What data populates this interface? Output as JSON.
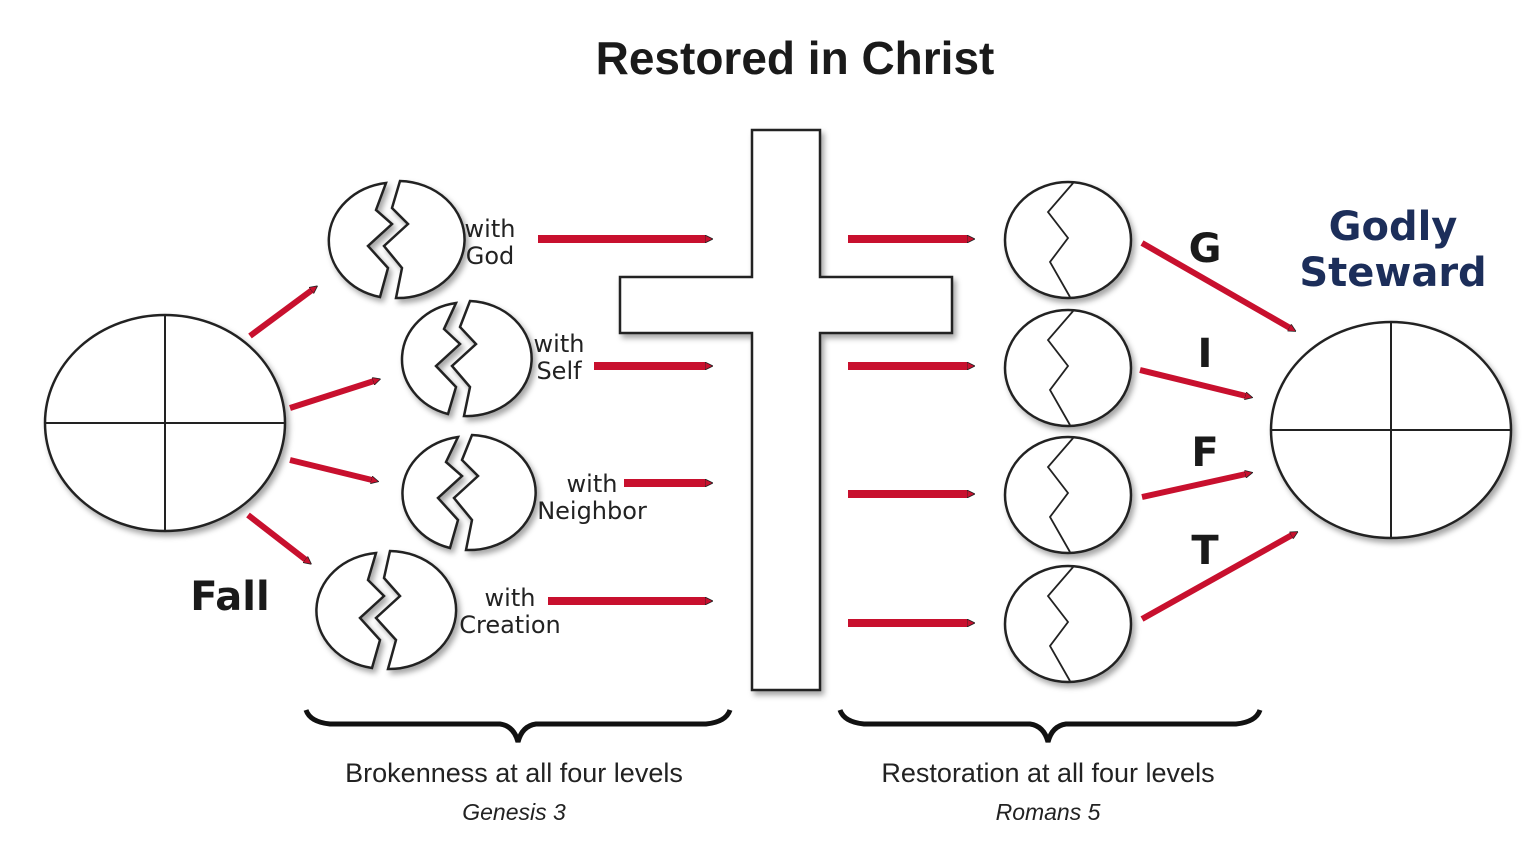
{
  "title": "Restored in Christ",
  "fall_label": "Fall",
  "broken_relationships": [
    {
      "line1": "with",
      "line2": "God"
    },
    {
      "line1": "with",
      "line2": "Self"
    },
    {
      "line1": "with",
      "line2": "Neighbor"
    },
    {
      "line1": "with",
      "line2": "Creation"
    }
  ],
  "gift_letters": [
    "G",
    "I",
    "F",
    "T"
  ],
  "godly_steward": {
    "line1": "Godly",
    "line2": "Steward"
  },
  "left_caption": {
    "text": "Brokenness at all four levels",
    "reference": "Genesis 3"
  },
  "right_caption": {
    "text": "Restoration at all four levels",
    "reference": "Romans 5"
  },
  "colors": {
    "arrow": "#c8102e",
    "steward_text": "#1c2e5a"
  }
}
